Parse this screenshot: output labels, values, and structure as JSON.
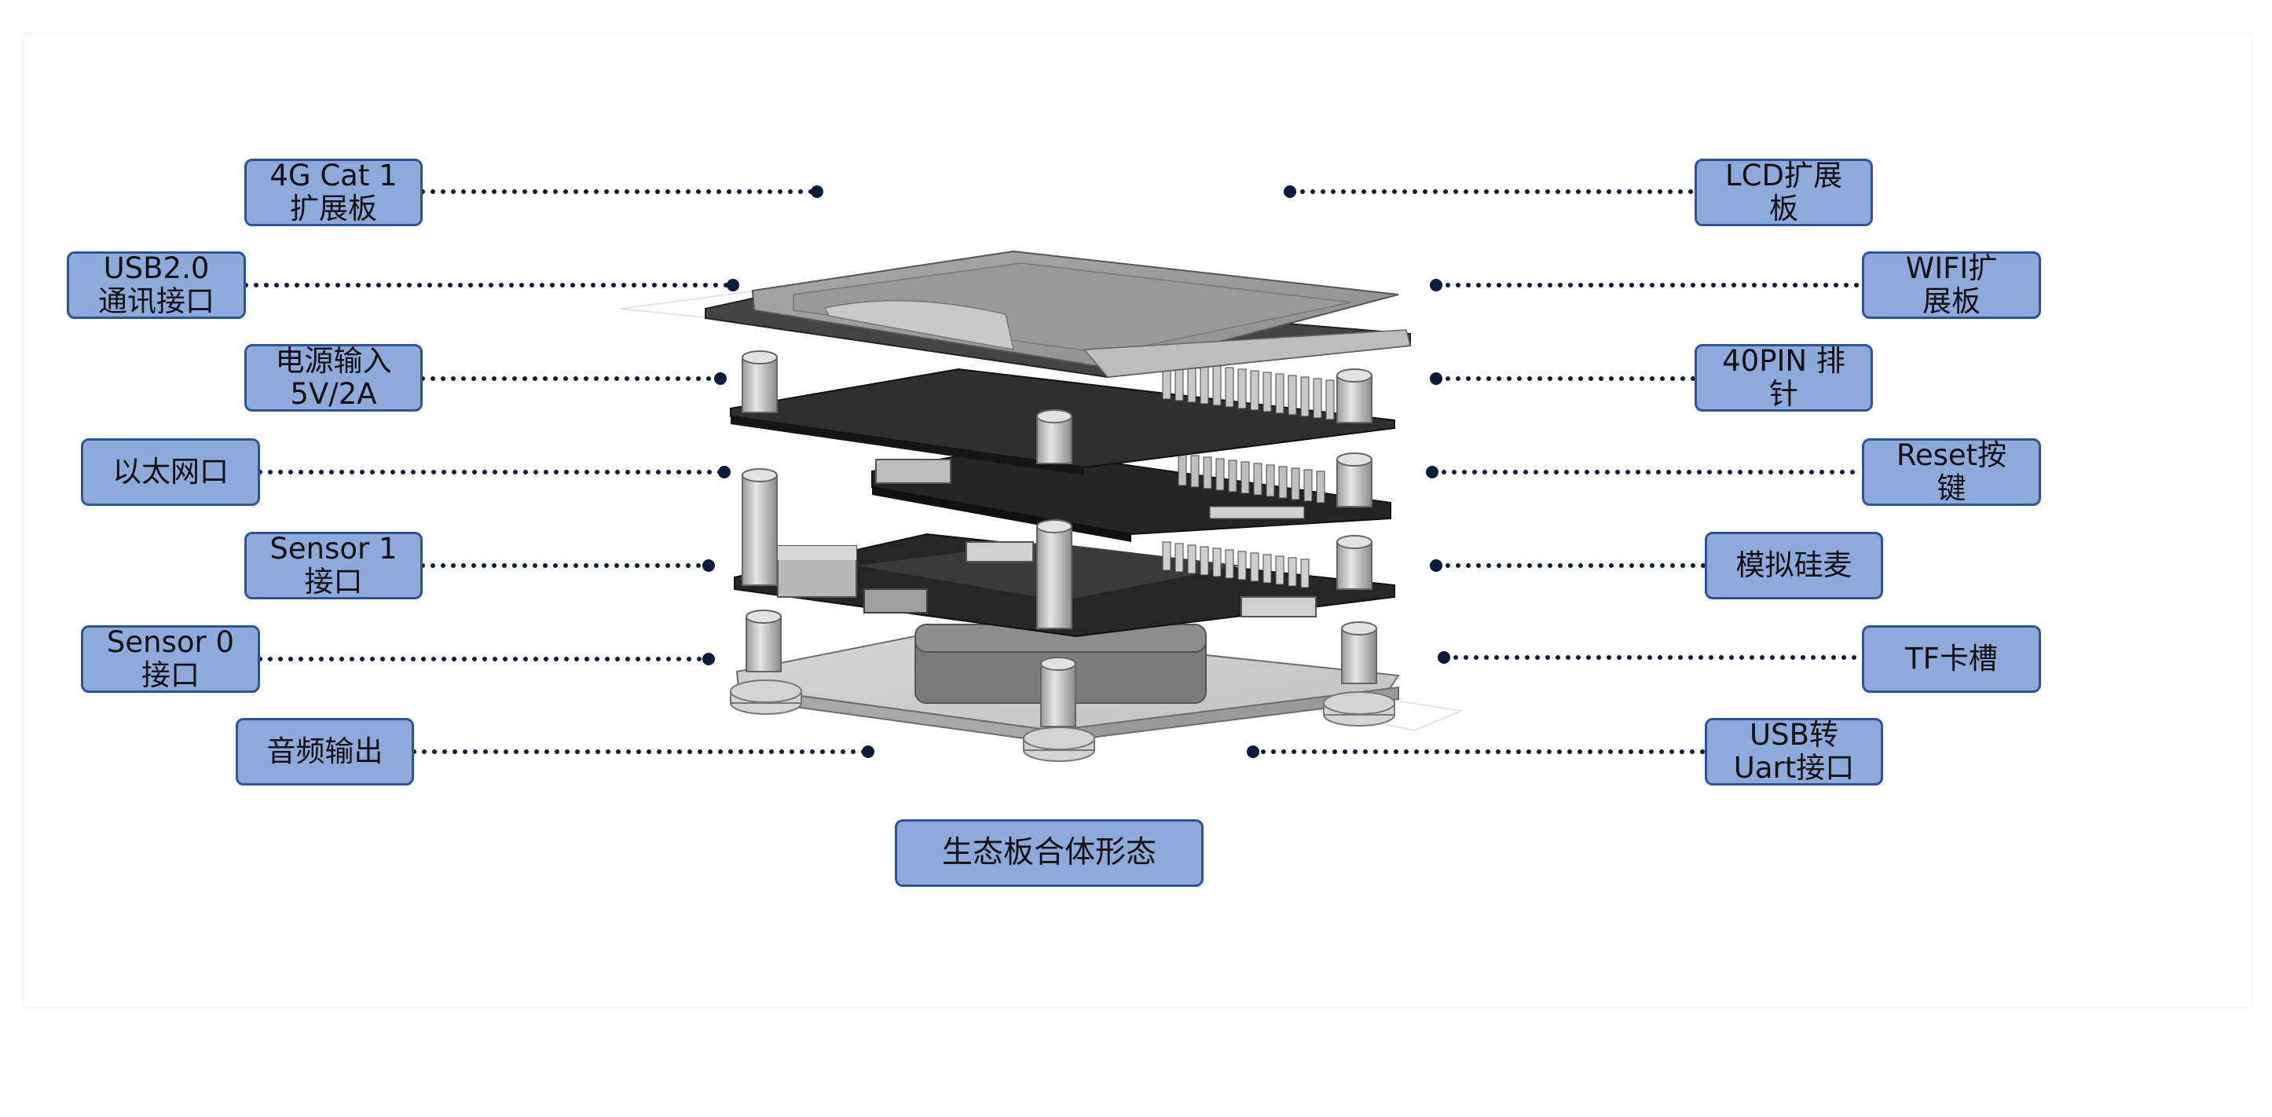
{
  "colors": {
    "label_fill": "#8eaadb",
    "label_border": "#2f5496",
    "leader_dot": "#0d1b3a"
  },
  "labels_left": [
    {
      "id": "4g",
      "text": "4G Cat 1\n扩展板"
    },
    {
      "id": "usb20",
      "text": "USB2.0\n通讯接口"
    },
    {
      "id": "power",
      "text": "电源输入\n5V/2A"
    },
    {
      "id": "ethernet",
      "text": "以太网口"
    },
    {
      "id": "sensor1",
      "text": "Sensor 1\n接口"
    },
    {
      "id": "sensor0",
      "text": "Sensor 0\n接口"
    },
    {
      "id": "audio",
      "text": "音频输出"
    }
  ],
  "labels_right": [
    {
      "id": "lcd",
      "text": "LCD扩展\n板"
    },
    {
      "id": "wifi",
      "text": "WIFI扩\n展板"
    },
    {
      "id": "pin40",
      "text": "40PIN 排\n针"
    },
    {
      "id": "reset",
      "text": "Reset按\n键"
    },
    {
      "id": "mic",
      "text": "模拟硅麦"
    },
    {
      "id": "tf",
      "text": "TF卡槽"
    },
    {
      "id": "usbuart",
      "text": "USB转\nUart接口"
    }
  ],
  "caption": "生态板合体形态",
  "illustration": "exploded-board-stack-illustration"
}
